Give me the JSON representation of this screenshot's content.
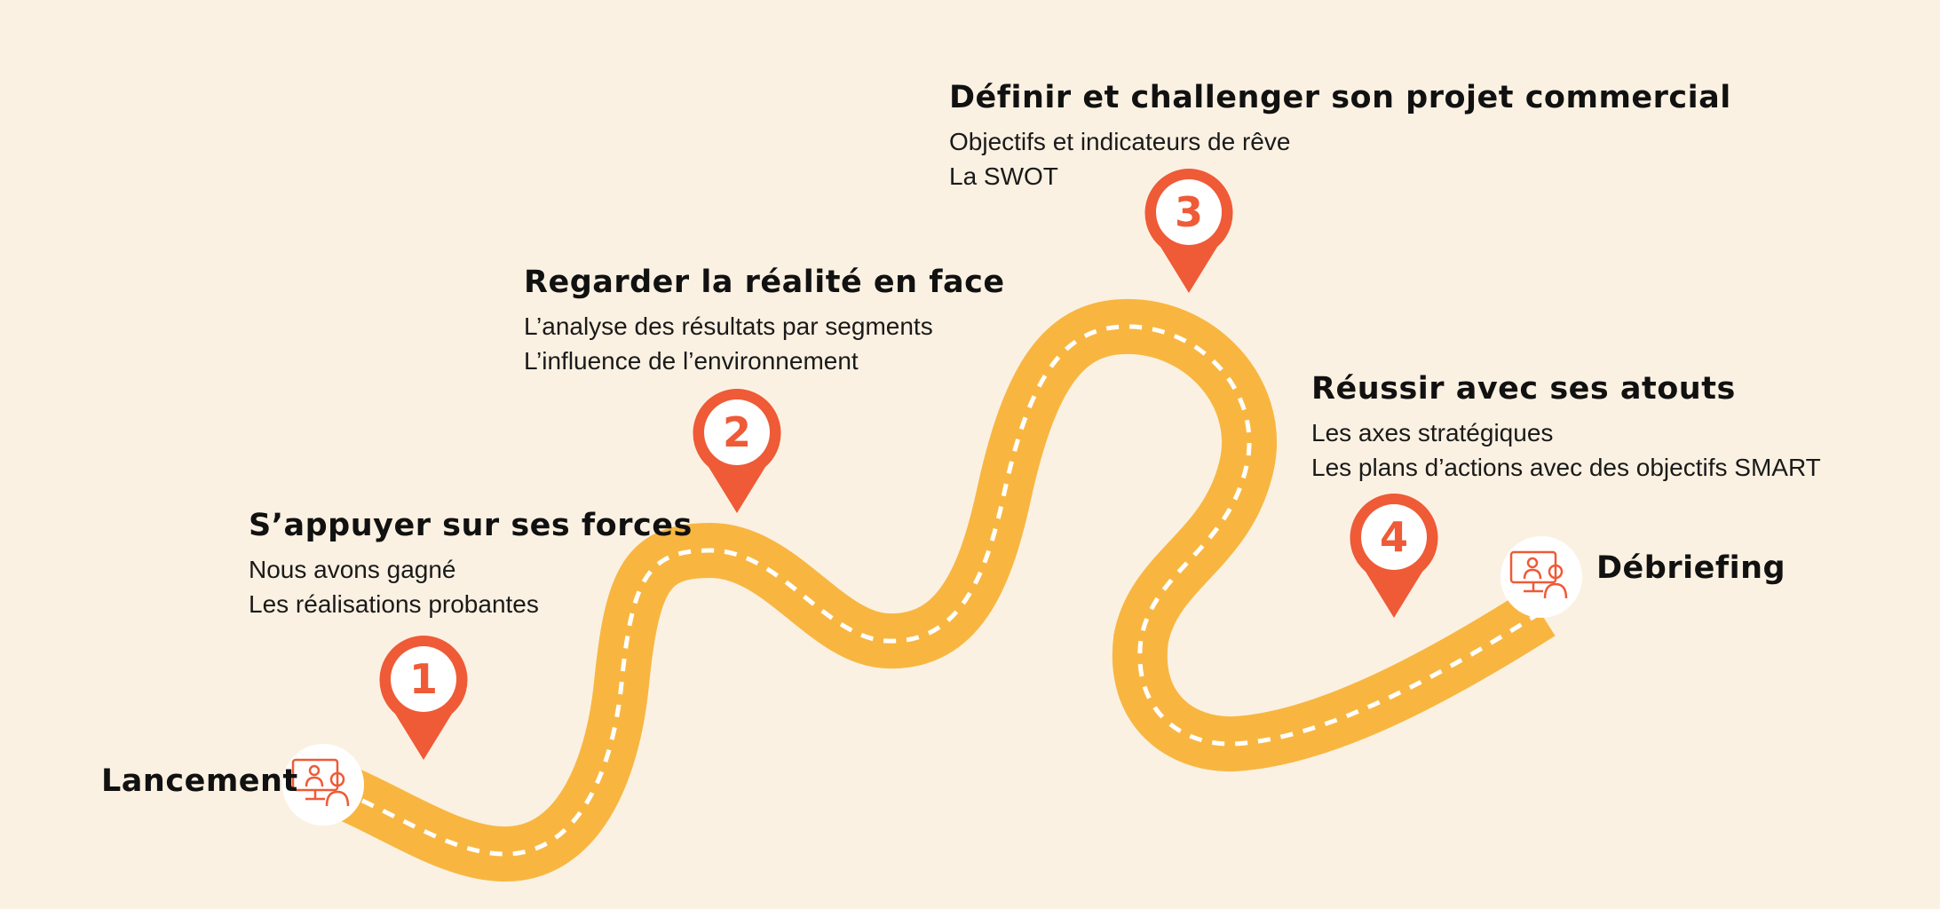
{
  "steps": [
    {
      "number": "1",
      "title": "S’appuyer sur ses forces",
      "lines": [
        "Nous avons gagné",
        "Les réalisations probantes"
      ]
    },
    {
      "number": "2",
      "title": "Regarder la réalité en face",
      "lines": [
        "L’analyse des résultats par segments",
        "L’influence de l’environnement"
      ]
    },
    {
      "number": "3",
      "title": "Définir et challenger son projet commercial",
      "lines": [
        "Objectifs et indicateurs de rêve",
        "La SWOT"
      ]
    },
    {
      "number": "4",
      "title": "Réussir avec ses atouts",
      "lines": [
        "Les axes stratégiques",
        "Les plans d’actions avec des objectifs SMART"
      ]
    }
  ],
  "start_label": "Lancement",
  "end_label": "Débriefing",
  "start_icon": "meeting-presentation-icon",
  "end_icon": "meeting-presentation-icon",
  "colors": {
    "background": "#fbf1e2",
    "road": "#f8b641",
    "road_dash": "#ffffff",
    "pin": "#ef5a37",
    "text": "#111111"
  }
}
